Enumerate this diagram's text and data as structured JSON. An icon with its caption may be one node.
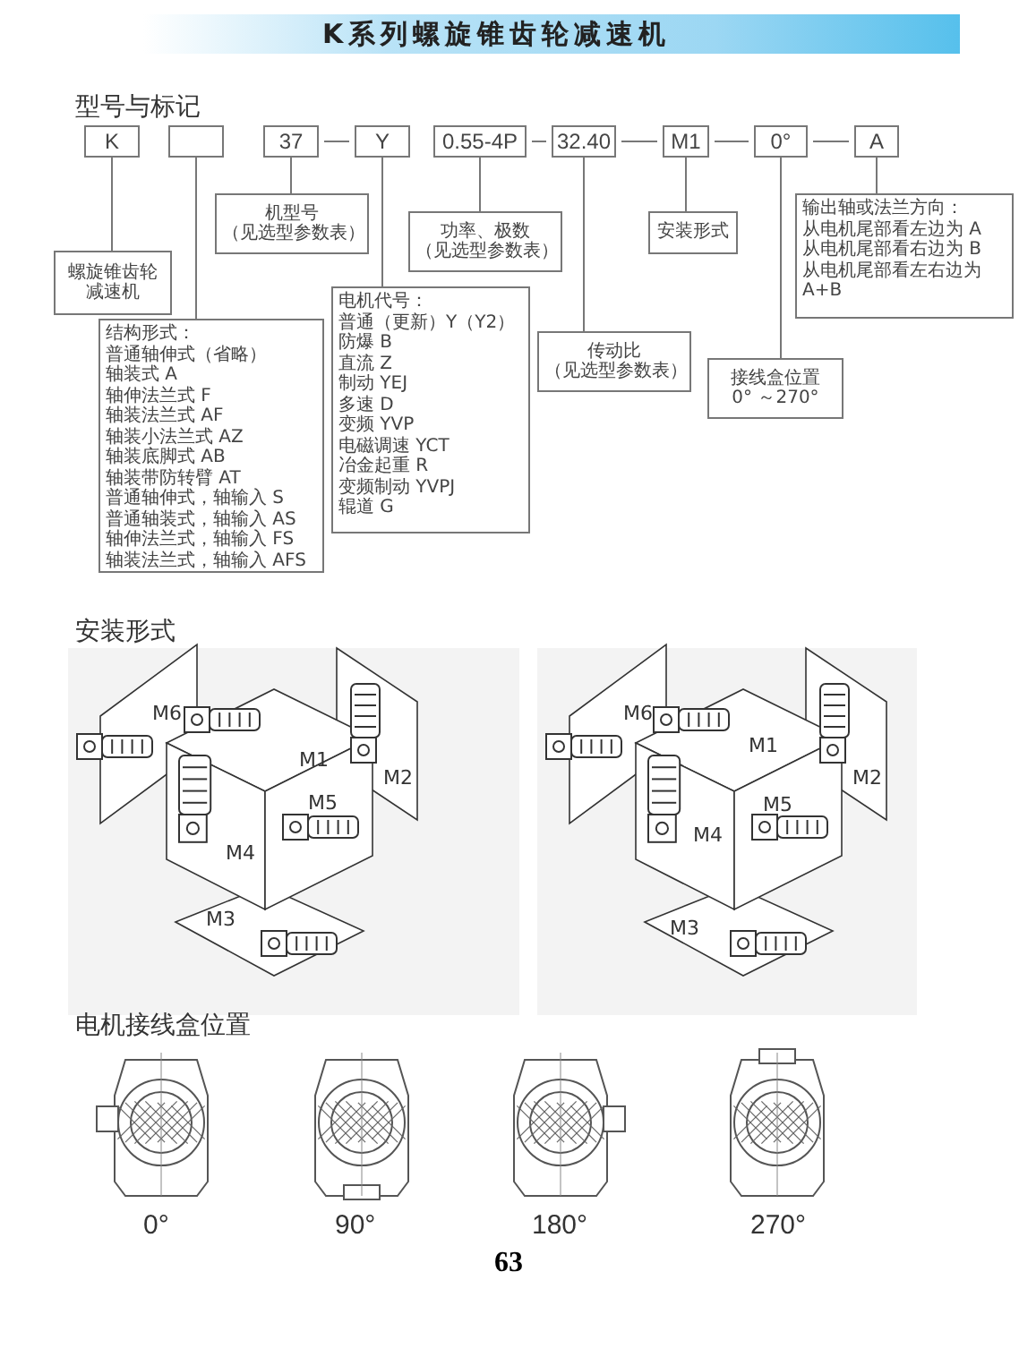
{
  "diagram": {
    "title": "K系列螺旋锥齿轮减速机",
    "nodes": [
      {
        "text": [
          "K"
        ]
      },
      {
        "text": [],
        "shape": "box"
      },
      {
        "text": [
          "37"
        ]
      },
      {
        "text": [
          "Y"
        ]
      },
      {
        "text": [
          "0.55-4P"
        ]
      },
      {
        "text": [
          "32.40"
        ]
      },
      {
        "text": [
          "M1"
        ]
      },
      {
        "text": [
          "0°"
        ]
      },
      {
        "text": [
          "A"
        ]
      },
      {
        "text": [
          "螺旋锥齿轮减速机"
        ]
      },
      {
        "text": [
          "结构形式：",
          "普通轴伸式（省略）",
          "轴装式 A",
          "轴伸法兰式 F",
          "轴装法兰式 AF",
          "轴装小法兰式 AZ",
          "轴装底脚式 AB",
          "轴装带防转臂 AT",
          "普通轴伸式，轴输入 S",
          "普通轴装式，轴输入 AS",
          "轴伸法兰式，轴输入 FS",
          "轴装法兰式，轴输入 AFS"
        ]
      },
      {
        "text": [
          "机型号",
          "（见选型参数表）"
        ]
      },
      {
        "text": [
          "电机代号：",
          "普通（更新）Y（Y2）",
          "防爆 B",
          "直流 Z",
          "制动 YEJ",
          "多速 D",
          "变频 YVP",
          "电磁调速 YCT",
          "冶金起重 R",
          "变频制动 YVPJ",
          "辊道 G"
        ]
      },
      {
        "text": [
          "功率、极数",
          "（见选型参数表）"
        ]
      },
      {
        "text": [
          "传动比",
          "（见选型参数表）"
        ]
      },
      {
        "text": [
          "安装形式"
        ]
      },
      {
        "text": [
          "接线盒位置",
          "0° ～270°"
        ]
      },
      {
        "text": [
          "输出轴或法兰方向：",
          "从电机尾部看左边为 A",
          "从电机尾部看右边为 B",
          "从电机尾部看左右边为 A+B"
        ]
      }
    ],
    "edges": [
      {
        "from": 0,
        "to": 9,
        "arrow": "none"
      },
      {
        "from": 1,
        "to": 10,
        "arrow": "none"
      },
      {
        "from": 2,
        "to": 3,
        "arrow": "none"
      },
      {
        "from": 2,
        "to": 11,
        "arrow": "none"
      },
      {
        "from": 3,
        "to": 12,
        "arrow": "none"
      },
      {
        "from": 4,
        "to": 5,
        "arrow": "none"
      },
      {
        "from": 4,
        "to": 13,
        "arrow": "none"
      },
      {
        "from": 5,
        "to": 6,
        "arrow": "none"
      },
      {
        "from": 5,
        "to": 14,
        "arrow": "none"
      },
      {
        "from": 6,
        "to": 7,
        "arrow": "none"
      },
      {
        "from": 6,
        "to": 15,
        "arrow": "none"
      },
      {
        "from": 7,
        "to": 8,
        "arrow": "none"
      },
      {
        "from": 7,
        "to": 16,
        "arrow": "none"
      },
      {
        "from": 8,
        "to": 17,
        "arrow": "none"
      }
    ],
    "labels": [
      "型号与标记",
      "安装形式",
      "M6",
      "M1",
      "M2",
      "M5",
      "M4",
      "M3",
      "M6",
      "M1",
      "M2",
      "M5",
      "M4",
      "M3",
      "电机接线盒位置",
      "0°",
      "90°",
      "180°",
      "270°",
      "63"
    ]
  }
}
